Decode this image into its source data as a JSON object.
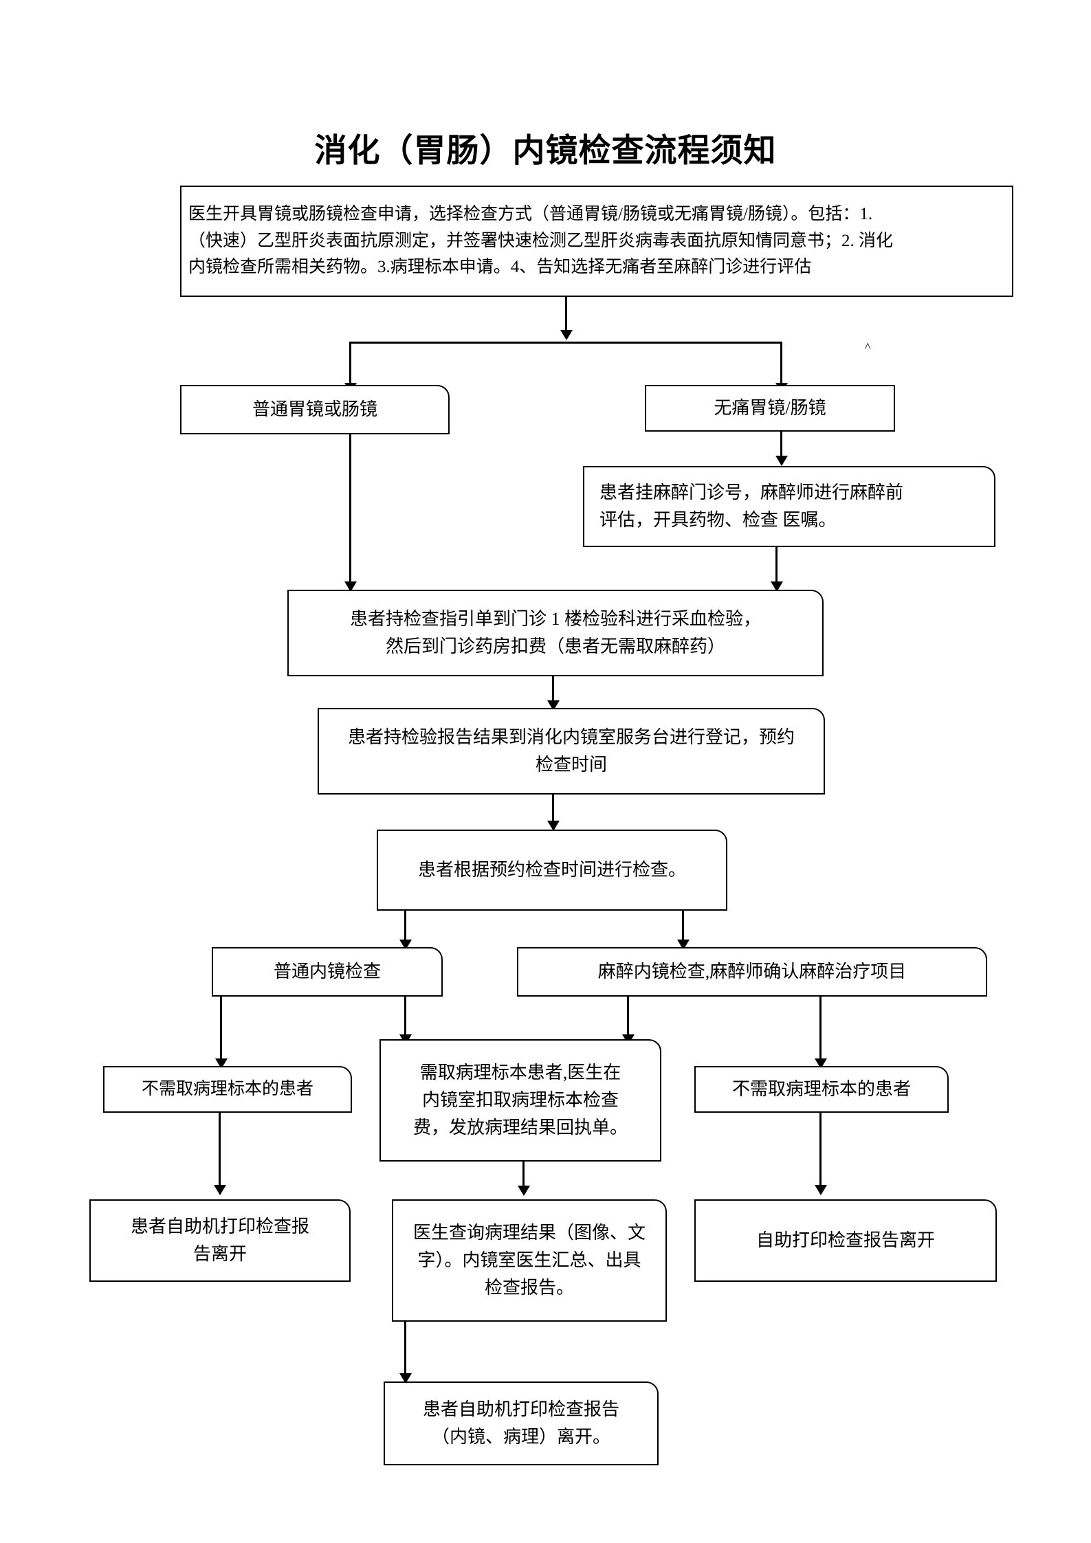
{
  "document": {
    "title": "消化（胃肠）内镜检查流程须知"
  },
  "nodes": {
    "intake": {
      "id": "intake",
      "text": "医生开具胃镜或肠镜检查申请，选择检查方式（普通胃镜/肠镜或无痛胃镜/肠镜）。包括：1.\n（快速）乙型肝炎表面抗原测定，并签署快速检测乙型肝炎病毒表面抗原知情同意书；2. 消化\n内镜检查所需相关药物。3.病理标本申请。4、告知选择无痛者至麻醉门诊进行评估"
    },
    "ordinary_scope": {
      "id": "ordinary_scope",
      "text": "普通胃镜或肠镜"
    },
    "painless_scope": {
      "id": "painless_scope",
      "text": "无痛胃镜/肠镜"
    },
    "anesthesia_clinic": {
      "id": "anesthesia_clinic",
      "text": "患者挂麻醉门诊号，麻醉师进行麻醉前\n评估，开具药物、检查 医嘱。"
    },
    "blood_test": {
      "id": "blood_test",
      "text": "患者持检查指引单到门诊 1 楼检验科进行采血检验，\n然后到门诊药房扣费（患者无需取麻醉药）"
    },
    "register": {
      "id": "register",
      "text": "患者持检验报告结果到消化内镜室服务台进行登记，预约\n检查时间"
    },
    "do_exam": {
      "id": "do_exam",
      "text": "患者根据预约检查时间进行检查。"
    },
    "ordinary_exam": {
      "id": "ordinary_exam",
      "text": "普通内镜检查"
    },
    "anesthesia_exam": {
      "id": "anesthesia_exam",
      "text": "麻醉内镜检查,麻醉师确认麻醉治疗项目"
    },
    "no_pathology_left": {
      "id": "no_pathology_left",
      "text": "不需取病理标本的患者"
    },
    "pathology_needed": {
      "id": "pathology_needed",
      "text": "需取病理标本患者,医生在\n内镜室扣取病理标本检查\n费，发放病理结果回执单。"
    },
    "no_pathology_right": {
      "id": "no_pathology_right",
      "text": "不需取病理标本的患者"
    },
    "self_print_left": {
      "id": "self_print_left",
      "text": "患者自助机打印检查报\n告离开"
    },
    "doctor_query": {
      "id": "doctor_query",
      "text": "医生查询病理结果（图像、文\n字）。内镜室医生汇总、出具\n检查报告。"
    },
    "self_print_right": {
      "id": "self_print_right",
      "text": "自助打印检查报告离开"
    },
    "final_print": {
      "id": "final_print",
      "text": "患者自助机打印检查报告\n（内镜、病理）离开。"
    }
  },
  "marks": {
    "stray_caret": "^"
  },
  "colors": {
    "stroke": "#000000",
    "fill": "#ffffff",
    "text": "#000000"
  }
}
